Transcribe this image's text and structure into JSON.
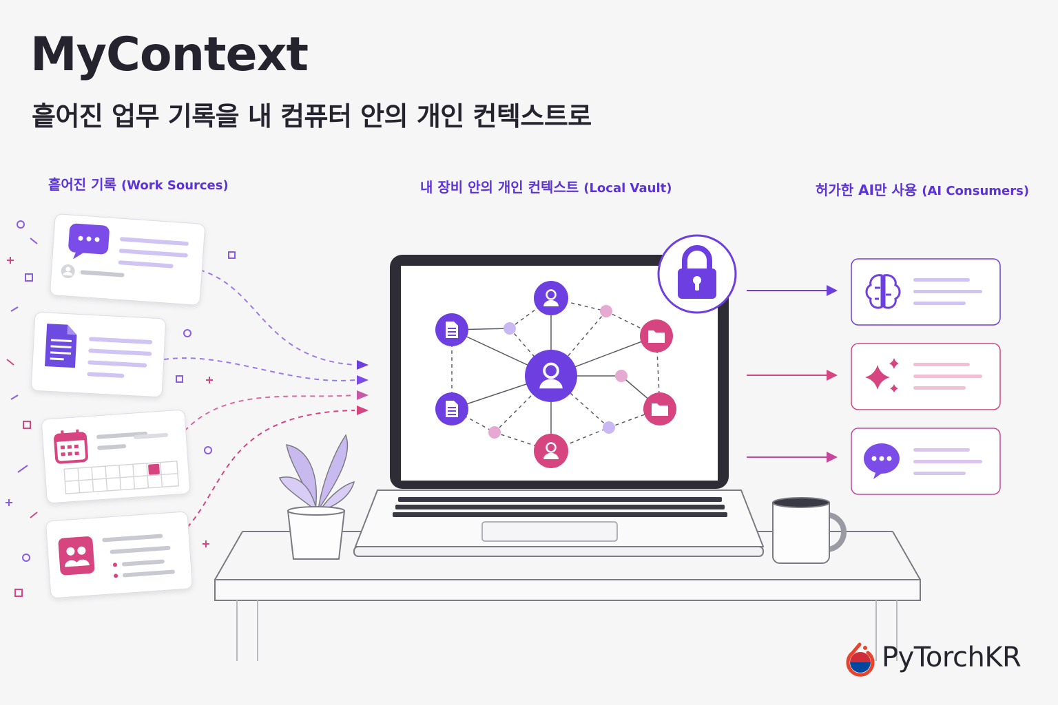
{
  "header": {
    "title": "MyContext",
    "subtitle": "흩어진 업무 기록을 내 컴퓨터 안의 개인 컨텍스트로"
  },
  "columns": {
    "sources": {
      "label": "흩어진 기록",
      "label_en": "(Work Sources)"
    },
    "vault": {
      "label": "내 장비 안의 개인 컨텍스트",
      "label_en": "(Local Vault)"
    },
    "consumers": {
      "label": "허가한 AI만 사용",
      "label_en": "(AI Consumers)"
    }
  },
  "source_cards": [
    {
      "icon": "chat-bubble-icon",
      "color": "#7c4ce8"
    },
    {
      "icon": "document-icon",
      "color": "#6d4be0"
    },
    {
      "icon": "calendar-icon",
      "color": "#d6457f"
    },
    {
      "icon": "people-icon",
      "color": "#d6457f"
    }
  ],
  "vault_nodes": {
    "center": "user-icon",
    "satellites": [
      "user-icon",
      "user-icon",
      "document-icon",
      "document-icon",
      "folder-icon",
      "folder-icon"
    ],
    "lock": "lock-icon"
  },
  "consumer_cards": [
    {
      "icon": "brain-icon",
      "color": "#6d3fe0"
    },
    {
      "icon": "sparkle-icon",
      "color": "#d6457f"
    },
    {
      "icon": "chat-bubble-icon",
      "color": "#7c4ce8"
    }
  ],
  "colors": {
    "purple": "#6d3fe0",
    "pink": "#d6457f",
    "label": "#5b33d6"
  },
  "brand": {
    "name": "PyTorchKR"
  }
}
